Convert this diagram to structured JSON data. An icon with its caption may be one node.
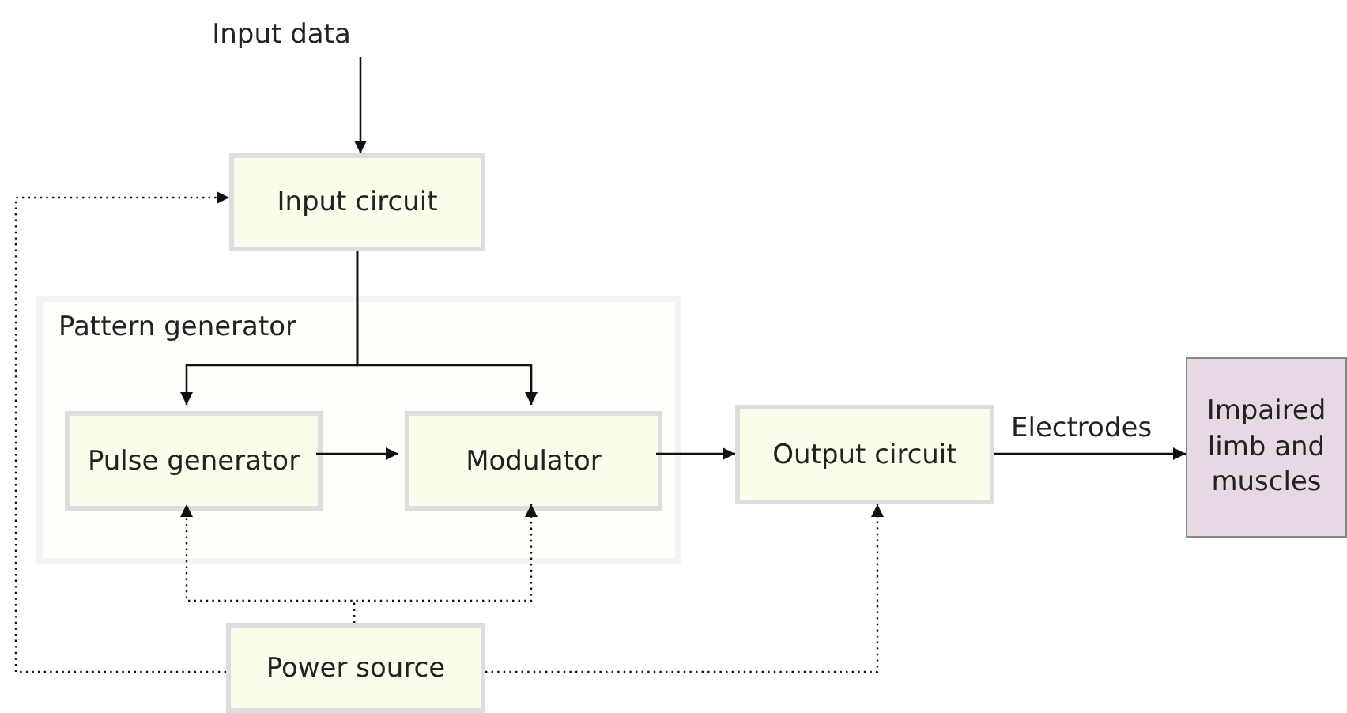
{
  "diagram": {
    "nodes": [
      {
        "text": [
          "Input data"
        ]
      },
      {
        "text": [
          "Input circuit"
        ]
      },
      {
        "text": [
          "Pattern generator"
        ]
      },
      {
        "text": [
          "Pulse generator"
        ],
        "in": 2
      },
      {
        "text": [
          "Modulator"
        ],
        "in": 2
      },
      {
        "text": [
          "Output circuit"
        ]
      },
      {
        "text": [
          "Impaired limb and muscles"
        ]
      },
      {
        "text": [
          "Power source"
        ]
      }
    ],
    "edges": [
      {
        "from": 0,
        "to": 1,
        "arrow": "to"
      },
      {
        "from": 1,
        "to": 3,
        "arrow": "to"
      },
      {
        "from": 1,
        "to": 4,
        "arrow": "to"
      },
      {
        "from": 3,
        "to": 4,
        "arrow": "to"
      },
      {
        "from": 4,
        "to": 5,
        "arrow": "to"
      },
      {
        "from": 5,
        "to": 6,
        "arrow": "to",
        "label": "Electrodes"
      },
      {
        "from": 7,
        "to": 1,
        "arrow": "to",
        "style": "dashed"
      },
      {
        "from": 7,
        "to": 3,
        "arrow": "to",
        "style": "dashed"
      },
      {
        "from": 7,
        "to": 4,
        "arrow": "to",
        "style": "dashed"
      },
      {
        "from": 7,
        "to": 5,
        "arrow": "to",
        "style": "dashed"
      }
    ]
  }
}
